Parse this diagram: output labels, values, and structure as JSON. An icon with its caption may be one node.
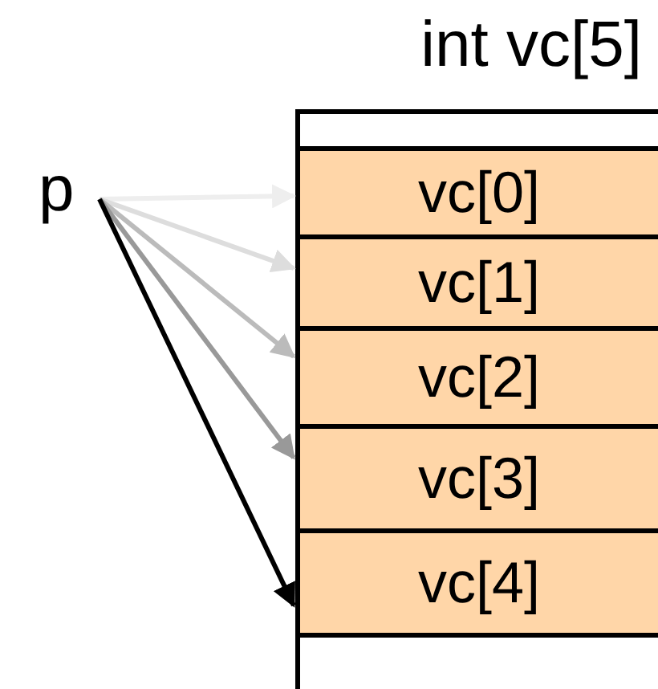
{
  "diagram": {
    "nodes": [
      {
        "text": [
          "int vc[5]"
        ]
      },
      {
        "text": [
          "vc[0]"
        ],
        "in": 0
      },
      {
        "text": [
          "vc[1]"
        ],
        "in": 0
      },
      {
        "text": [
          "vc[2]"
        ],
        "in": 0
      },
      {
        "text": [
          "vc[3]"
        ],
        "in": 0
      },
      {
        "text": [
          "vc[4]"
        ],
        "in": 0
      },
      {
        "text": [
          "p"
        ]
      }
    ],
    "edges": [
      {
        "from": 6,
        "to": 1,
        "arrow": "to",
        "color": "#eeeeee"
      },
      {
        "from": 6,
        "to": 2,
        "arrow": "to",
        "color": "#dddddd"
      },
      {
        "from": 6,
        "to": 3,
        "arrow": "to",
        "color": "#bbbbbb"
      },
      {
        "from": 6,
        "to": 4,
        "arrow": "to",
        "color": "#999999"
      },
      {
        "from": 6,
        "to": 5,
        "arrow": "to",
        "color": "#000000"
      }
    ]
  }
}
